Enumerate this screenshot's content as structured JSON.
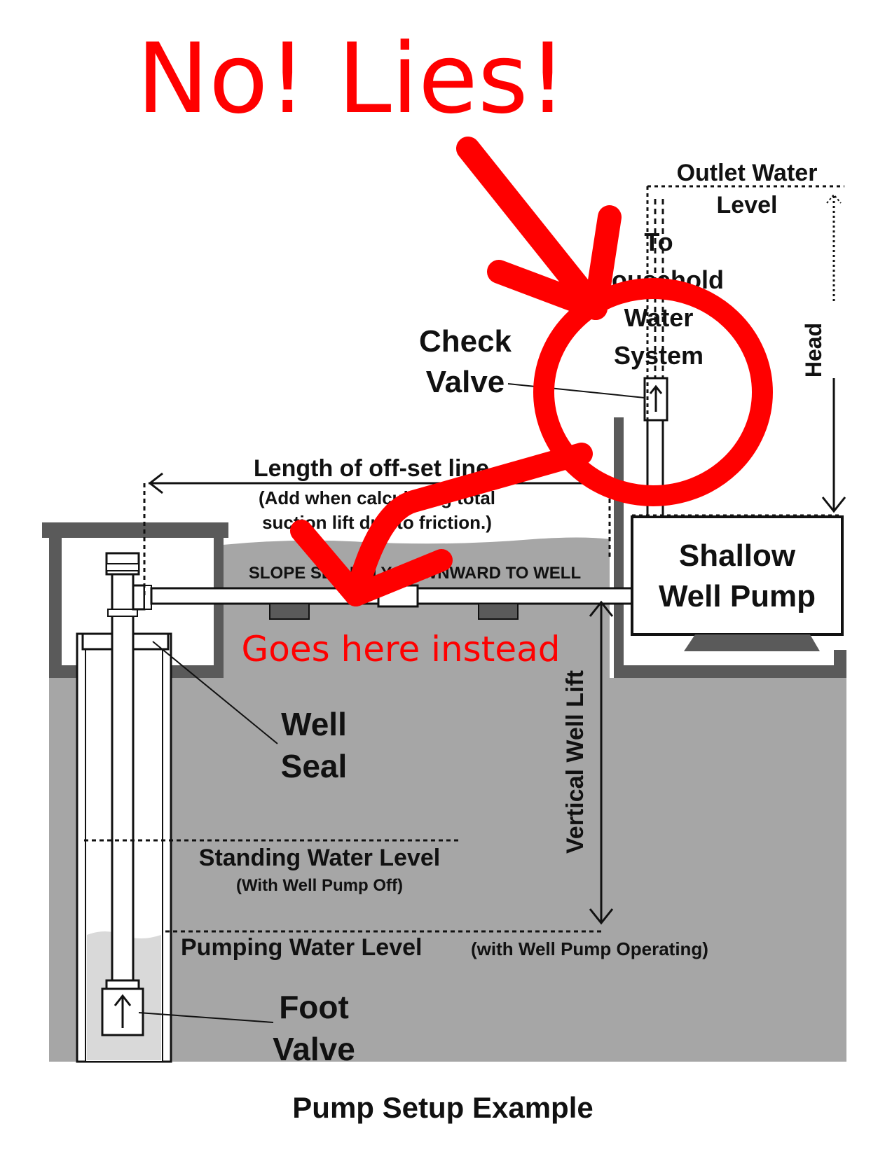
{
  "annotations": {
    "headline": "No! Lies!",
    "redirect_note": "Goes here instead"
  },
  "labels": {
    "outlet_water_level_line1": "Outlet Water",
    "outlet_water_level_line2": "Level",
    "to_household_line1": "To",
    "to_household_line2": "Household",
    "to_household_line3": "Water",
    "to_household_line4": "System",
    "check_valve_line1": "Check",
    "check_valve_line2": "Valve",
    "head": "Head",
    "offset_line_title": "Length of off-set line",
    "offset_line_note1": "(Add when calculating total",
    "offset_line_note2": "suction lift due to friction.)",
    "slope": "SLOPE SLIGHTLY DOWNWARD TO WELL",
    "pump_line1": "Shallow",
    "pump_line2": "Well Pump",
    "well_seal_line1": "Well",
    "well_seal_line2": "Seal",
    "vertical_well_lift": "Vertical Well Lift",
    "standing_water_level": "Standing Water Level",
    "standing_water_note": "(With Well Pump Off)",
    "pumping_water_level": "Pumping Water Level",
    "pumping_water_note": "(with Well Pump Operating)",
    "foot_valve_line1": "Foot",
    "foot_valve_line2": "Valve",
    "caption": "Pump Setup Example"
  },
  "colors": {
    "ground": "#a6a6a6",
    "ground_dark": "#5a5a5a",
    "water": "#d9d9d9",
    "annotation_red": "#ff0000"
  }
}
